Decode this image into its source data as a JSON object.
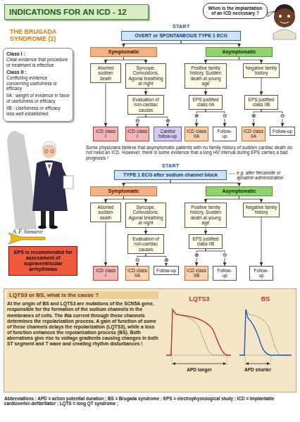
{
  "diagram": {
    "title": "INDICATIONS FOR AN ICD - 12",
    "nodes": [
      {
        "text": [
          "When is the implantation of an ICD necessary ?"
        ]
      },
      {
        "text": [
          "Class I :",
          "Clear evidence that procedure or treatment is effective",
          "Class II :",
          "Conflicting evidence concerning usefulness or efficacy",
          "IIA : weight of evidence in favor of usefulness or efficacy",
          "IIB : Usefulness or efficacy less well established"
        ]
      },
      {
        "text": [
          "OVERT or SPONTANEOUS TYPE 1 ECG"
        ]
      },
      {
        "text": [
          "Symptomatic"
        ]
      },
      {
        "text": [
          "Asymptomatic"
        ]
      },
      {
        "text": [
          "Aborted sudden death"
        ]
      },
      {
        "text": [
          "Syncope, Convulsions, Agonal breathing at night"
        ]
      },
      {
        "text": [
          "Positive family history, Sudden death at young age"
        ]
      },
      {
        "text": [
          "Negative family history"
        ]
      },
      {
        "text": [
          "Evaluation of non-cardiac causes"
        ]
      },
      {
        "text": [
          "EPS justified class IIA"
        ]
      },
      {
        "text": [
          "EPS justified class IIB"
        ]
      },
      {
        "text": [
          "ICD class I"
        ]
      },
      {
        "text": [
          "ICD class I"
        ]
      },
      {
        "text": [
          "Careful follow-up"
        ]
      },
      {
        "text": [
          "ICD class IIA"
        ]
      },
      {
        "text": [
          "Follow-up"
        ]
      },
      {
        "text": [
          "ICD class IIA"
        ]
      },
      {
        "text": [
          "Follow-up"
        ]
      },
      {
        "text": [
          "TYPE 1 ECG after sodium channel block"
        ]
      },
      {
        "text": [
          "Symptomatic"
        ]
      },
      {
        "text": [
          "Asymptomatic"
        ]
      },
      {
        "text": [
          "Aborted sudden death"
        ]
      },
      {
        "text": [
          "Syncope, Convulsions, Agonal breathing at night"
        ]
      },
      {
        "text": [
          "Positive family history, Sudden death at young age"
        ]
      },
      {
        "text": [
          "Negative family history"
        ]
      },
      {
        "text": [
          "Evaluation of non-cardiac causes"
        ]
      },
      {
        "text": [
          "EPS justified class IIB"
        ]
      },
      {
        "text": [
          "ICD class I"
        ]
      },
      {
        "text": [
          "ICD class IIA"
        ]
      },
      {
        "text": [
          "Follow-up"
        ]
      },
      {
        "text": [
          "ICD class IIB"
        ]
      },
      {
        "text": [
          "Follow-up"
        ]
      },
      {
        "text": [
          "Follow-up"
        ]
      },
      {
        "text": [
          "EPS is recommended for assessment of supraventricular arrhythmias"
        ]
      },
      {
        "text": [
          "LQTS3 or BS, what is the cause ?",
          "At the origin of BS and LQTS3 are mutations of the SCN5A gene, responsible for the formation of the sodium channels in the membranes of cells. The INa current through these channels determines the repolarization process. A gain of function of some of these channels delays the repolarization (LQTS3), while a loss of function enhances the repolarization process (BS). Both aberrations give rise to voltage gradients causing changes in both ST segment and T wave and creating rhythm disturbances !"
        ]
      }
    ],
    "edges": [
      {
        "from": 2,
        "to": 3,
        "arrow": "to"
      },
      {
        "from": 2,
        "to": 4,
        "arrow": "to"
      },
      {
        "from": 3,
        "to": 5,
        "arrow": "to"
      },
      {
        "from": 3,
        "to": 6,
        "arrow": "to"
      },
      {
        "from": 4,
        "to": 7,
        "arrow": "to"
      },
      {
        "from": 4,
        "to": 8,
        "arrow": "to"
      },
      {
        "from": 5,
        "to": 12,
        "arrow": "to"
      },
      {
        "from": 6,
        "to": 9,
        "arrow": "to"
      },
      {
        "from": 9,
        "to": 13,
        "label": "⊖",
        "arrow": "to"
      },
      {
        "from": 9,
        "to": 14,
        "label": "⊕",
        "arrow": "to"
      },
      {
        "from": 7,
        "to": 10,
        "arrow": "to"
      },
      {
        "from": 10,
        "to": 15,
        "label": "⊕",
        "arrow": "to"
      },
      {
        "from": 10,
        "to": 16,
        "label": "⊖",
        "arrow": "to"
      },
      {
        "from": 8,
        "to": 11,
        "arrow": "to"
      },
      {
        "from": 11,
        "to": 17,
        "label": "⊕",
        "arrow": "to"
      },
      {
        "from": 11,
        "to": 18,
        "label": "⊖",
        "arrow": "to"
      },
      {
        "from": 19,
        "to": 20,
        "arrow": "to"
      },
      {
        "from": 19,
        "to": 21,
        "arrow": "to"
      },
      {
        "from": 20,
        "to": 22,
        "arrow": "to"
      },
      {
        "from": 20,
        "to": 23,
        "arrow": "to"
      },
      {
        "from": 21,
        "to": 24,
        "arrow": "to"
      },
      {
        "from": 21,
        "to": 25,
        "arrow": "to"
      },
      {
        "from": 22,
        "to": 28,
        "arrow": "to"
      },
      {
        "from": 23,
        "to": 26,
        "arrow": "to"
      },
      {
        "from": 26,
        "to": 29,
        "label": "⊖",
        "arrow": "to"
      },
      {
        "from": 26,
        "to": 30,
        "label": "⊕",
        "arrow": "to"
      },
      {
        "from": 24,
        "to": 27,
        "arrow": "to"
      },
      {
        "from": 27,
        "to": 31,
        "label": "⊕",
        "arrow": "to"
      },
      {
        "from": 27,
        "to": 32,
        "label": "⊖",
        "arrow": "to"
      },
      {
        "from": 25,
        "to": 33,
        "arrow": "to"
      }
    ],
    "labels": [
      "START",
      "THE BRUGADA SYNDROME (2)",
      "Some physicians believe that asymptomatic patients with no family history of sudden cardiac death do not need an ICD. However, there is some evidence that a long HV interval during EPS carries a bad prognosis !",
      "START",
      "e.g. after flecainide or ajmaline administration",
      "A. F. Sinnaeve",
      "LQTS3",
      "BS",
      "APD longer",
      "APD shorter",
      "Abbreviations : APD = action potential duration ; BS = Brugada syndrome ; EPS = electrophysiological study ; ICD = implantable cardioverter-defibrillator ; LQTS = long QT syndrome ;"
    ]
  }
}
